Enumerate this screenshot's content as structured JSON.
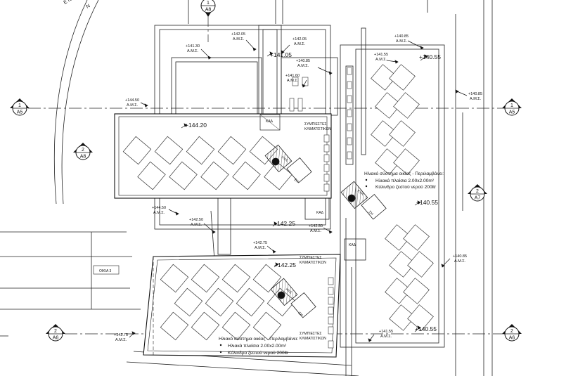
{
  "sections": {
    "top": {
      "num": "1",
      "sheet": "A8"
    },
    "left_a5": {
      "num": "1",
      "sheet": "A5"
    },
    "right_a5": {
      "num": "1",
      "sheet": "A5"
    },
    "left_a8": {
      "num": "2",
      "sheet": "A8"
    },
    "right_a7": {
      "num": "2",
      "sheet": "A7"
    },
    "left_a6": {
      "num": "2",
      "sheet": "A6"
    },
    "right_a6": {
      "num": "2",
      "sheet": "A6"
    }
  },
  "levels": {
    "l1": {
      "value": "+142.05",
      "sub": "Α.Μ.Σ."
    },
    "l2": {
      "value": "+142.05",
      "sub": "Α.Μ.Σ."
    },
    "l3": {
      "value": "+141.30",
      "sub": "Α.Μ.Σ."
    },
    "l4": {
      "value": "+141.05"
    },
    "l5": {
      "value": "+140.85",
      "sub": "Α.Μ.Σ."
    },
    "l6": {
      "value": "+141.60",
      "sub": "Α.Μ.Σ."
    },
    "l7": {
      "value": "+140.85",
      "sub": "Α.Μ.Σ."
    },
    "l8": {
      "value": "+141.55",
      "sub": "Α.Μ.Σ."
    },
    "l9": {
      "value": "+140.55"
    },
    "l10": {
      "value": "+140.85",
      "sub": "Α.Μ.Σ."
    },
    "l11": {
      "value": "+144.50",
      "sub": "Α.Μ.Σ."
    },
    "l12": {
      "value": "+144.20"
    },
    "l13": {
      "value": "+144.50",
      "sub": "Α.Μ.Σ."
    },
    "l14": {
      "value": "+142.50",
      "sub": "Α.Μ.Σ."
    },
    "l15": {
      "value": "+142.25"
    },
    "l16": {
      "value": "+142.50",
      "sub": "Α.Μ.Σ."
    },
    "l17": {
      "value": "+142.75",
      "sub": "Α.Μ.Σ."
    },
    "l18": {
      "value": "+140.55"
    },
    "l19": {
      "value": "+140.85",
      "sub": "Α.Μ.Σ."
    },
    "l20": {
      "value": "+142.25"
    },
    "l21": {
      "value": "+142.75",
      "sub": "Α.Μ.Σ."
    },
    "l22": {
      "value": "+141.55",
      "sub": "Α.Μ.Σ."
    },
    "l23": {
      "value": "+140.55"
    }
  },
  "labels": {
    "ac_units_1": [
      "ΣΥΜΠΙΕΣΤΕΣ",
      "ΚΛΙΜΑΤΙΣΤΙΚΩΝ"
    ],
    "ac_units_2": [
      "ΣΥΜΠΙΕΣΤΕΣ",
      "ΚΛΙΜΑΤΙΣΤΙΚΩΝ"
    ],
    "ac_units_3": [
      "ΣΥΜΠΙΕΣΤΕΣ",
      "ΚΛΙΜΑΤΙΣΤΙΚΩΝ"
    ],
    "oikia": "ΟΙΚΙΑ 3",
    "solar_note_1": {
      "title": "Ηλιακό σύστημα οικίας - Περιλαμβάνει:",
      "line1": "Ηλιακά πλαίσια 2.00x2.00m²",
      "line2": "Κύλινδρο ζεστού νερού 200ltr"
    },
    "solar_note_2": {
      "title": "Ηλιακό σύστημα οικίας - Περιλαμβάνει:",
      "line1": "Ηλιακά πλαίσια 2.00x2.00m²",
      "line2": "Κύλινδρο ζεστού νερού 200ltr"
    },
    "cylinder": "ΚΥΛ",
    "heater": "ΣΗ",
    "box": "ΚΑΔ",
    "north": "Ν",
    "corner_marks": "Ε Ν"
  }
}
